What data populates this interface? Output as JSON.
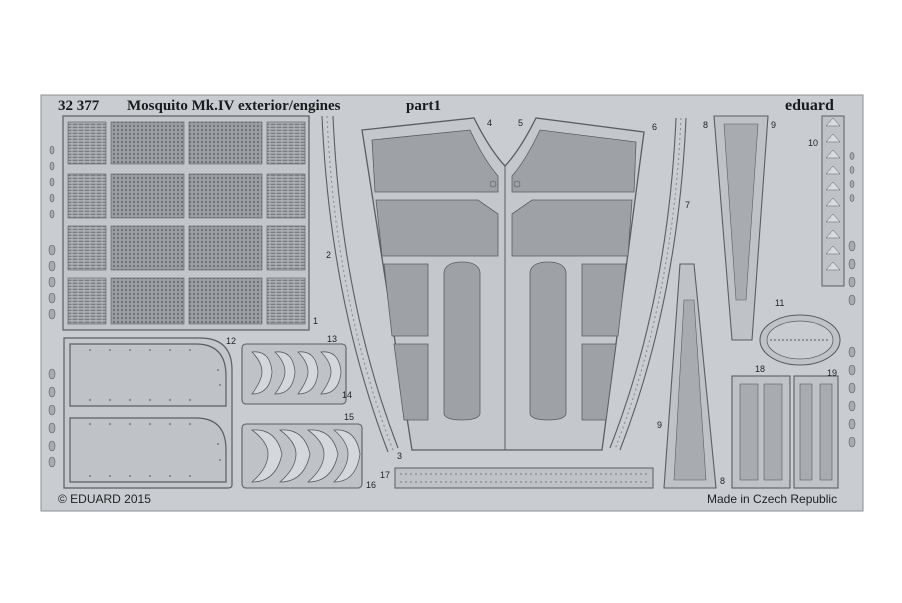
{
  "header": {
    "code": "32 377",
    "title": "Mosquito Mk.IV exterior/engines",
    "part": "part1",
    "brand": "eduard"
  },
  "footer": {
    "copyright": "© EDUARD 2015",
    "origin": "Made in Czech Republic"
  },
  "part_numbers": [
    "1",
    "2",
    "3",
    "4",
    "5",
    "6",
    "7",
    "8",
    "9",
    "9",
    "8",
    "10",
    "11",
    "12",
    "13",
    "14",
    "15",
    "16",
    "17",
    "18",
    "19"
  ],
  "colors": {
    "sheet": "#c9cdd1",
    "outline": "#5a5e62",
    "part_dark": "#9ea2a6",
    "mesh": "#7a7e82"
  }
}
